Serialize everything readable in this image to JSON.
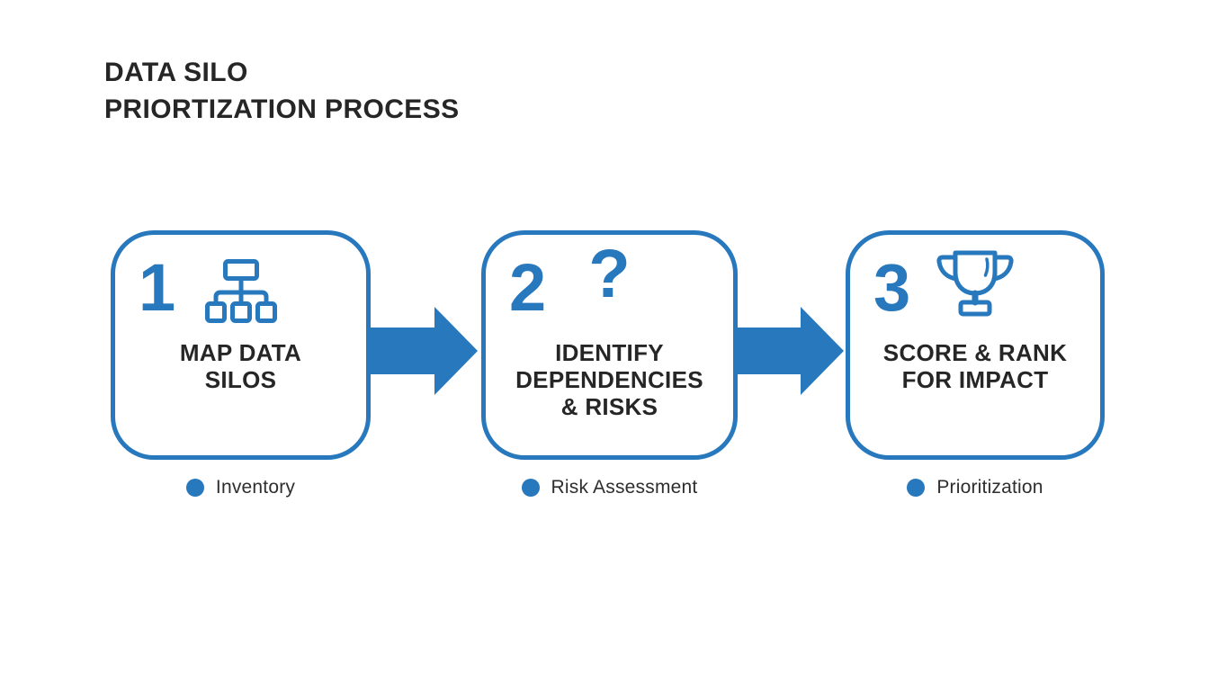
{
  "title": {
    "line1": "DATA SILO",
    "line2": "PRIORTIZATION PROCESS"
  },
  "steps": [
    {
      "number": "1",
      "icon": "sitemap-icon",
      "title_lines": [
        "MAP DATA",
        "SILOS"
      ],
      "label": "Inventory"
    },
    {
      "number": "2",
      "icon": "question-mark-icon",
      "icon_glyph": "?",
      "title_lines": [
        "IDENTIFY",
        "DEPENDENCIES",
        "& RISKS"
      ],
      "label": "Risk Assessment"
    },
    {
      "number": "3",
      "icon": "trophy-icon",
      "title_lines": [
        "SCORE & RANK",
        "FOR IMPACT"
      ],
      "label": "Prioritization"
    }
  ],
  "colors": {
    "accent_blue": "#2878be",
    "text_dark": "#262626",
    "background": "#ffffff"
  }
}
